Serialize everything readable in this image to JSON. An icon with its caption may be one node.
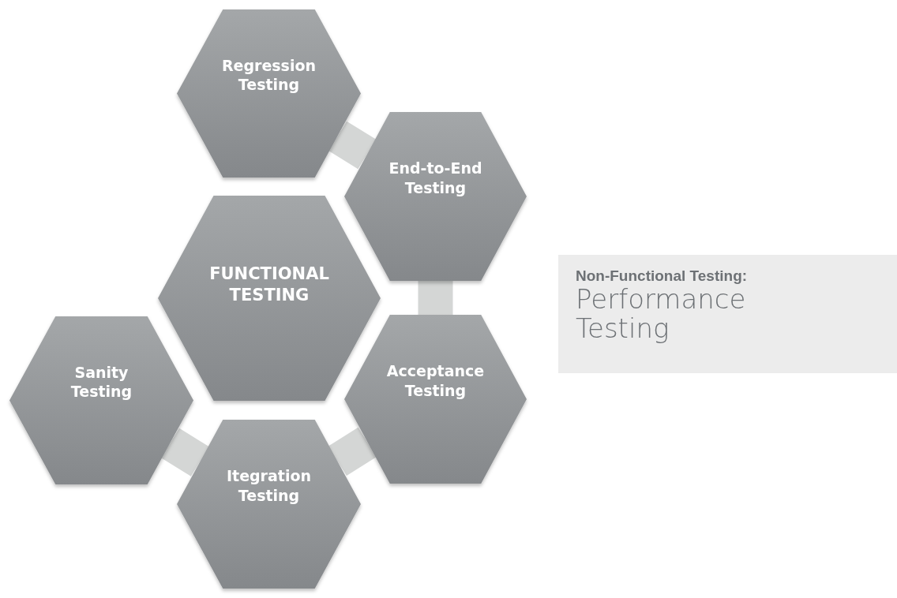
{
  "diagram": {
    "nodes": [
      {
        "text": [
          "Regression Testing"
        ]
      },
      {
        "text": [
          "End-to-End Testing"
        ]
      },
      {
        "text": [
          "FUNCTIONAL TESTING"
        ]
      },
      {
        "text": [
          "Sanity Testing"
        ]
      },
      {
        "text": [
          "Acceptance Testing"
        ]
      },
      {
        "text": [
          "Itegration Testing"
        ]
      },
      {
        "text": [
          "Non-Functional Testing:",
          "Performance Testing"
        ]
      }
    ],
    "edges": [
      {
        "from": 0,
        "to": 1,
        "arrow": "none"
      },
      {
        "from": 1,
        "to": 4,
        "arrow": "none"
      },
      {
        "from": 4,
        "to": 5,
        "arrow": "none"
      },
      {
        "from": 5,
        "to": 3,
        "arrow": "none"
      }
    ]
  }
}
